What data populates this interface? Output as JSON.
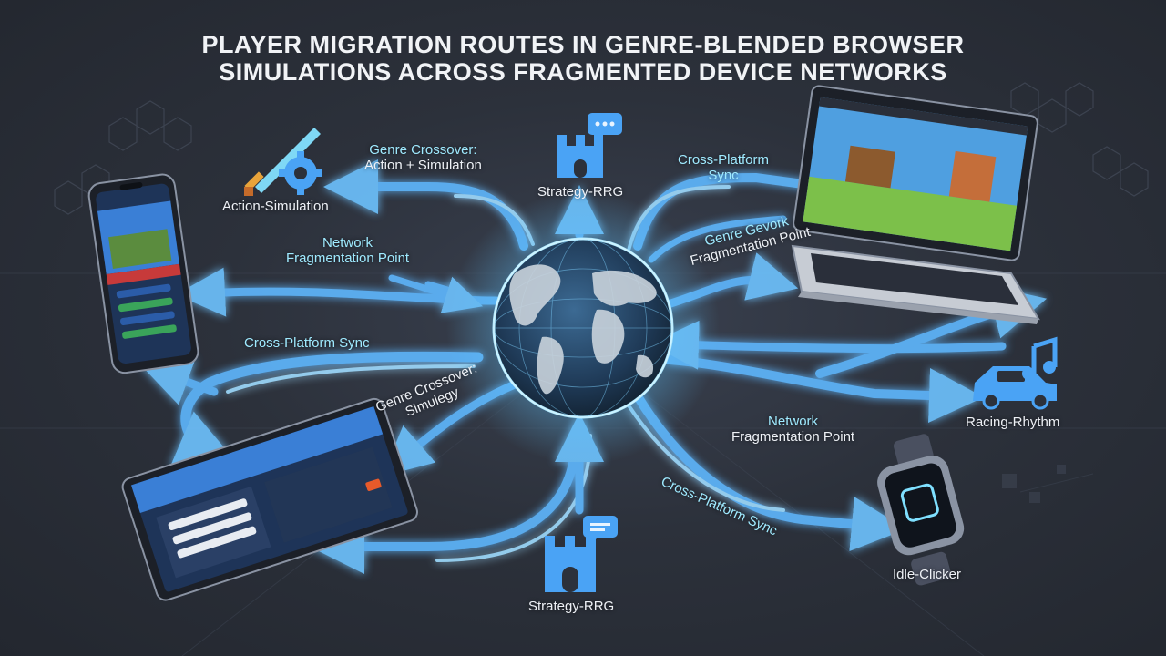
{
  "title": {
    "line1": "PLAYER MIGRATION ROUTES IN GENRE-BLENDED BROWSER",
    "line2": "SIMULATIONS ACROSS FRAGMENTED DEVICE NETWORKS"
  },
  "nodes": {
    "action_simulation": "Action-Simulation",
    "strategy_top": "Strategy-RRG",
    "strategy_bottom": "Strategy-RRG",
    "racing_rhythm": "Racing-Rhythm",
    "idle_clicker": "Idle-Clicker"
  },
  "routes": {
    "genre_crossover_top_l1": "Genre Crossover:",
    "genre_crossover_top_l2": "Action + Simulation",
    "cross_platform_top_l1": "Cross-Platform",
    "cross_platform_top_l2": "Sync",
    "network_frag_left_l1": "Network",
    "network_frag_left_l2": "Fragmentation Point",
    "genre_gevork_l1": "Genre Gevork",
    "genre_gevork_l2": "Fragmentation Point",
    "cross_platform_left": "Cross-Platform Sync",
    "genre_crossover_low_l1": "Genre Crossover:",
    "genre_crossover_low_l2": "Simulegy",
    "network_frag_right_l1": "Network",
    "network_frag_right_l2": "Fragmentation Point",
    "cross_platform_bottom": "Cross-Platform Sync"
  },
  "colors": {
    "background": "#2c313b",
    "route": "#5fb8ff",
    "route_glow": "#9fdcff",
    "label_accent": "#9feaff",
    "icon_blue": "#4aa3f5"
  }
}
